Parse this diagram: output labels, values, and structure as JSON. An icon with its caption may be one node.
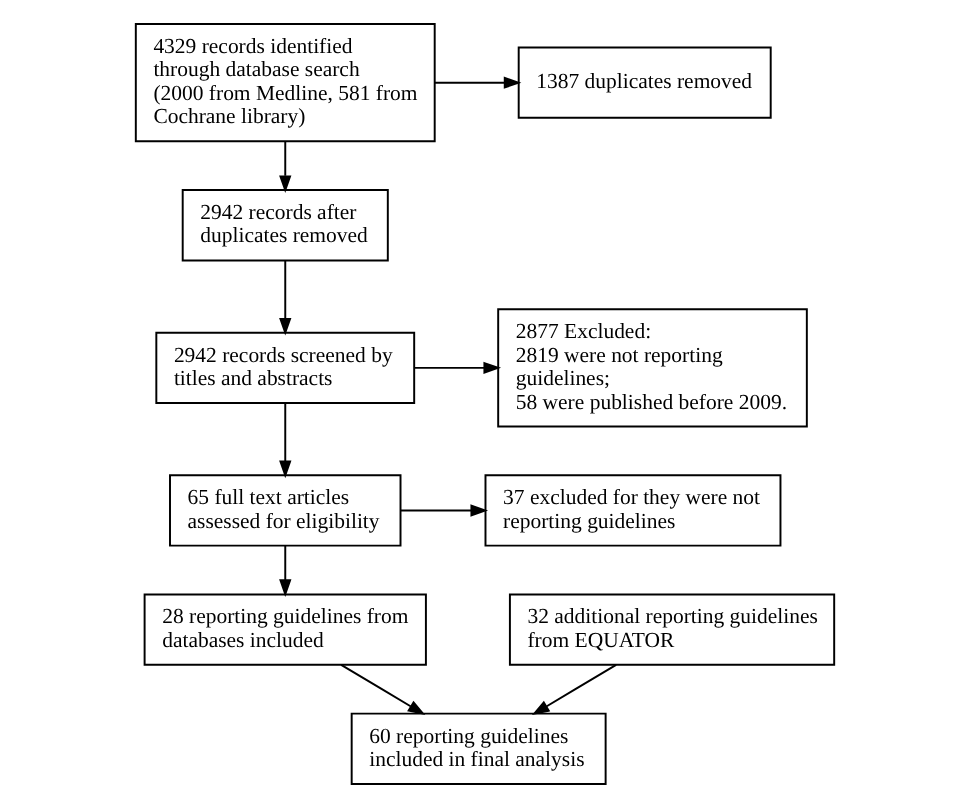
{
  "diagram": {
    "nodes": [
      {
        "text": [
          "4329 records identified through database search (2000 from Medline, 581 from Cochrane library)"
        ]
      },
      {
        "text": [
          "1387 duplicates removed"
        ]
      },
      {
        "text": [
          "2942 records after duplicates removed"
        ]
      },
      {
        "text": [
          "2942 records screened by titles and abstracts"
        ]
      },
      {
        "text": [
          "2877 Excluded:",
          "2819 were not reporting guidelines;",
          "58 were published before 2009."
        ]
      },
      {
        "text": [
          "65 full text articles assessed for eligibility"
        ]
      },
      {
        "text": [
          "37 excluded for they were not reporting guidelines"
        ]
      },
      {
        "text": [
          "28 reporting guidelines from databases included"
        ]
      },
      {
        "text": [
          "32 additional reporting guidelines from EQUATOR"
        ]
      },
      {
        "text": [
          "60 reporting guidelines included in final analysis"
        ]
      }
    ],
    "edges": [
      {
        "from": 0,
        "to": 1,
        "arrow": "to"
      },
      {
        "from": 0,
        "to": 2,
        "arrow": "to"
      },
      {
        "from": 2,
        "to": 3,
        "arrow": "to"
      },
      {
        "from": 3,
        "to": 4,
        "arrow": "to"
      },
      {
        "from": 3,
        "to": 5,
        "arrow": "to"
      },
      {
        "from": 5,
        "to": 6,
        "arrow": "to"
      },
      {
        "from": 5,
        "to": 7,
        "arrow": "to"
      },
      {
        "from": 7,
        "to": 9,
        "arrow": "to"
      },
      {
        "from": 8,
        "to": 9,
        "arrow": "to"
      }
    ]
  }
}
